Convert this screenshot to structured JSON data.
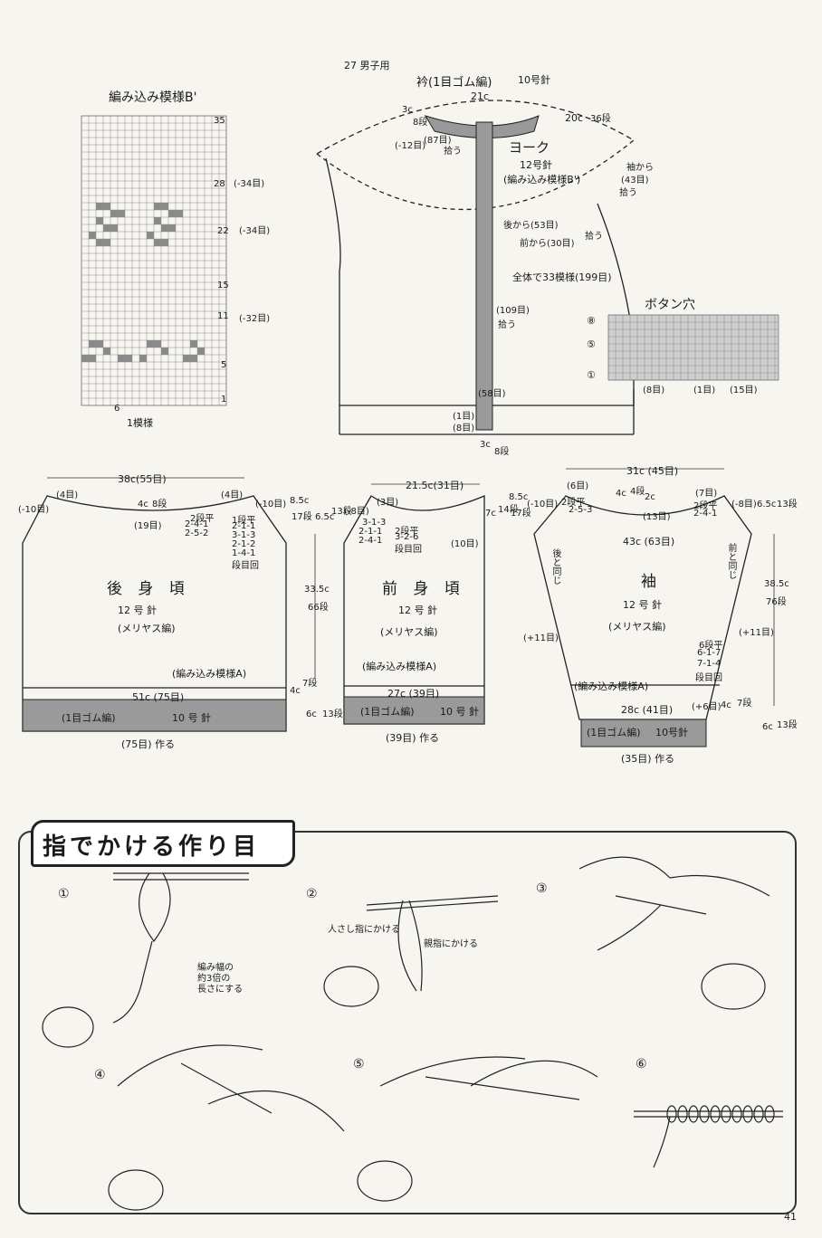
{
  "pattern_b": {
    "title": "編み込み模様B'",
    "row_numbers": [
      "35",
      "28",
      "22",
      "15",
      "11",
      "5",
      "1"
    ],
    "side_notes": [
      "(-34目)",
      "(-34目)",
      "(-32目)"
    ],
    "repeat_count": "6",
    "repeat_label": "1模様"
  },
  "yoke": {
    "heading": "27 男子用",
    "collar_title": "衿(1目ゴム編)",
    "collar_needle": "10号針",
    "collar_width": "21c",
    "collar_height": "3c",
    "collar_rows": "8段",
    "collar_dec": "(-12目)",
    "collar_pick": "(87目)",
    "pick_label": "拾う",
    "right_width": "20c",
    "right_rows": "36段",
    "yoke_label": "ヨーク",
    "yoke_needle": "12号針",
    "yoke_pattern": "(編み込み模様B')",
    "sleeve_pick": "袖から",
    "sleeve_pick_count": "(43目)",
    "back_pick": "後から(53目)",
    "front_pick": "前から(30目)",
    "total": "全体で33模様(199目)",
    "band_pick": "(109目)",
    "band_rows": "(58目)",
    "band_bottom1": "(1目)",
    "band_bottom2": "(8目)",
    "band_height": "3c",
    "band_height_rows": "8段"
  },
  "buttonhole": {
    "title": "ボタン穴",
    "rows": [
      "⑧",
      "⑤",
      "①"
    ],
    "bottom": [
      "(8目)",
      "(1目)",
      "(15目)"
    ]
  },
  "back": {
    "width": "38c(55目)",
    "side_left": "(4目)",
    "side_right": "(4目)",
    "dec_left": "(-10目)",
    "dec_right": "(-10目)",
    "neck": "4c",
    "neck_rows": "8段",
    "neck_count": "(19目)",
    "shaping": [
      "2段平",
      "2-4-1",
      "2-5-2"
    ],
    "shaping2": [
      "1段平",
      "2-1-1",
      "3-1-3",
      "2-1-2",
      "1-4-1",
      "段目回"
    ],
    "h1": "8.5c",
    "h1r": "17段",
    "h2": "6.5c",
    "h2r": "13段",
    "h3": "33.5c",
    "h3r": "66段",
    "title": "後 身 頃",
    "needle": "12 号 針",
    "stitch": "(メリヤス編)",
    "pattern_a": "(編み込み模様A)",
    "waist": "51c (75目)",
    "rib": "(1目ゴム編)",
    "rib_needle": "10 号 針",
    "cast_on": "(75目) 作る",
    "pa_h": "4c",
    "pa_hr": "7段",
    "rib_h": "6c",
    "rib_hr": "13段"
  },
  "front": {
    "width": "21.5c(31目)",
    "left_count": "(-8目)",
    "top_count": "(3目)",
    "right_count": "(10目)",
    "shaping": [
      "3-1-3",
      "2-1-1",
      "2-4-1"
    ],
    "shaping2": [
      "2段平",
      "3-2-6",
      "段目回"
    ],
    "title": "前 身 頃",
    "needle": "12 号 針",
    "stitch": "(メリヤス編)",
    "pattern_a": "(編み込み模様A)",
    "waist": "27c (39目)",
    "rib": "(1目ゴム編)",
    "rib_needle": "10 号 針",
    "cast_on": "(39目) 作る",
    "h1": "7c",
    "h1r": "14段",
    "h2": "8.5c",
    "h2r": "17段"
  },
  "sleeve": {
    "width": "31c (45目)",
    "top_left": "(6目)",
    "top_right": "(7目)",
    "dec_left": "(-10目)",
    "dec_right": "(-8目)",
    "cap": "4c",
    "cap_rows": "4段",
    "cap_w": "2c",
    "cap_count": "(13目)",
    "shape_l": [
      "2段平",
      "2-5-3"
    ],
    "shape_r": [
      "2段平",
      "2-4-1"
    ],
    "mid": "43c (63目)",
    "same_back": "後と同じ",
    "same_front": "前と同じ",
    "title": "袖",
    "needle": "12 号 針",
    "stitch": "(メリヤス編)",
    "inc_left": "(+11目)",
    "inc_right": "(+11目)",
    "inc_table": [
      "6段平",
      "6-1-7",
      "7-1-4",
      "段目回"
    ],
    "pattern_a": "(編み込み模様A)",
    "cuff": "28c (41目)",
    "cuff_inc": "(+6目)",
    "rib": "(1目ゴム編)",
    "rib_needle": "10号針",
    "cast_on": "(35目) 作る",
    "h_cap": "6.5c",
    "h_cap_r": "13段",
    "h_body": "38.5c",
    "h_body_r": "76段",
    "h_pa": "4c",
    "h_pa_r": "7段",
    "h_rib": "6c",
    "h_rib_r": "13段"
  },
  "cast_on_guide": {
    "title": "指でかける作り目",
    "steps": [
      "①",
      "②",
      "③",
      "④",
      "⑤",
      "⑥"
    ],
    "note1": "編み幅の約3倍の長さにする",
    "note1a": "編み幅の",
    "note1b": "約3倍の",
    "note1c": "長さにする",
    "note2a": "人さし指にかける",
    "note2b": "親指にかける"
  },
  "page_number": "41"
}
